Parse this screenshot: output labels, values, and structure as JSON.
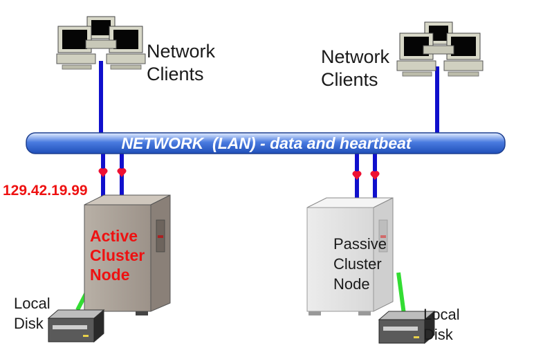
{
  "network": {
    "label": "NETWORK  (LAN) - data and heartbeat"
  },
  "clients": {
    "left_label": "Network\nClients",
    "right_label": "Network\nClients"
  },
  "ip_address": "129.42.19.99",
  "nodes": {
    "active_label": "Active\nCluster\nNode",
    "passive_label": "Passive\nCluster\nNode"
  },
  "disks": {
    "left_label": "Local\nDisk",
    "right_label": "Local\nDisk"
  },
  "colors": {
    "lan_blue": "#2a5cc8",
    "cable_blue": "#1010cc",
    "disk_link_green": "#33dd33",
    "heartbeat_red": "#ee1133",
    "active_text_red": "#ee1111"
  },
  "icons": {
    "clients": "computer-group-icon",
    "active_server": "tower-server-icon",
    "passive_server": "tower-server-icon",
    "disk": "external-disk-icon",
    "connector": "heart-connector-icon"
  }
}
